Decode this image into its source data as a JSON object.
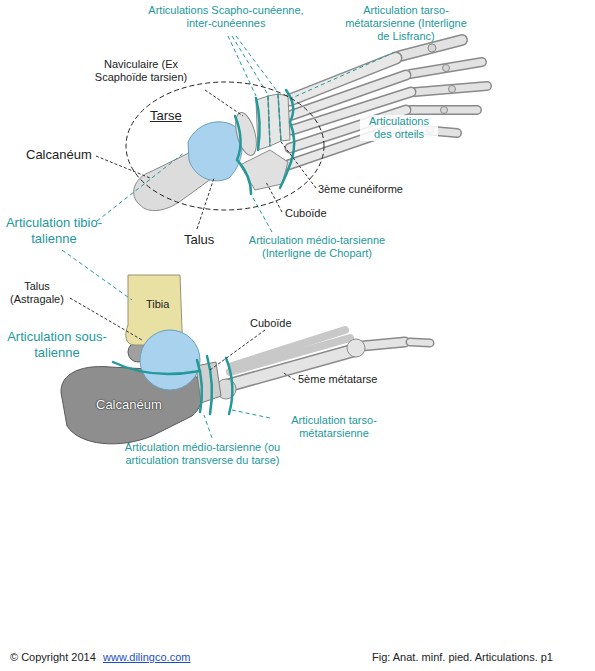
{
  "diagram": {
    "caption": "Fig: Anat. minf. pied. Articulations. p1",
    "nodes": [
      {
        "text": [
          "Tarse"
        ]
      }
    ],
    "labels": [
      "Articulations Scapho-cunéenne, inter-cunéennes",
      "Articulation tarso-métatarsienne (Interligne de Lisfranc)",
      "Naviculaire (Ex Scaphoïde tarsien)",
      "Calcanéum",
      "Articulations des orteils",
      "3ème cunéiforme",
      "Cuboïde",
      "Articulation tibio-talienne",
      "Talus",
      "Articulation médio-tarsienne (Interligne de Chopart)",
      "Talus (Astragale)",
      "Tibia",
      "Cuboïde",
      "Articulation sous-talienne",
      "Calcanéum",
      "5ème métatarse",
      "Articulation tarso-métatarsienne",
      "Articulation médio-tarsienne (ou articulation transverse du tarse)",
      "© Copyright 2014",
      "www.dilingco.com"
    ]
  }
}
